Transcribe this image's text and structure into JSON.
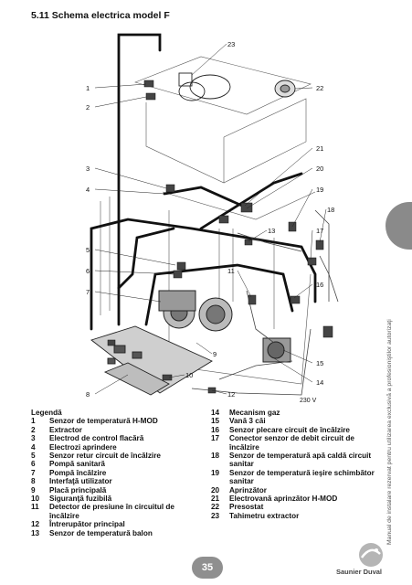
{
  "header": {
    "title": "5.11  Schema electrica model F"
  },
  "callouts": [
    {
      "id": "1",
      "label": "1"
    },
    {
      "id": "2",
      "label": "2"
    },
    {
      "id": "3",
      "label": "3"
    },
    {
      "id": "4",
      "label": "4"
    },
    {
      "id": "5",
      "label": "5"
    },
    {
      "id": "6",
      "label": "6"
    },
    {
      "id": "7",
      "label": "7"
    },
    {
      "id": "8",
      "label": "8"
    },
    {
      "id": "9",
      "label": "9"
    },
    {
      "id": "10",
      "label": "10"
    },
    {
      "id": "11",
      "label": "11"
    },
    {
      "id": "12",
      "label": "12"
    },
    {
      "id": "13",
      "label": "13"
    },
    {
      "id": "14",
      "label": "14"
    },
    {
      "id": "15",
      "label": "15"
    },
    {
      "id": "16",
      "label": "16"
    },
    {
      "id": "17",
      "label": "17"
    },
    {
      "id": "18",
      "label": "18"
    },
    {
      "id": "19",
      "label": "19"
    },
    {
      "id": "20",
      "label": "20"
    },
    {
      "id": "21",
      "label": "21"
    },
    {
      "id": "22",
      "label": "22"
    },
    {
      "id": "23",
      "label": "23"
    }
  ],
  "voltage_label": "230 V",
  "legend": {
    "title": "Legendă",
    "col1": [
      {
        "num": "1",
        "text": "Senzor de temperatură H-MOD"
      },
      {
        "num": "2",
        "text": "Extractor"
      },
      {
        "num": "3",
        "text": "Electrod de control flacără"
      },
      {
        "num": "4",
        "text": "Electrozi aprindere"
      },
      {
        "num": "5",
        "text": "Senzor retur circuit de încălzire"
      },
      {
        "num": "6",
        "text": "Pompă sanitară"
      },
      {
        "num": "7",
        "text": "Pompă încălzire"
      },
      {
        "num": "8",
        "text": "Interfaţă utilizator"
      },
      {
        "num": "9",
        "text": "Placă principală"
      },
      {
        "num": "10",
        "text": "Siguranţă fuzibilă"
      },
      {
        "num": "11",
        "text": "Detector de presiune în circuitul de încălzire"
      },
      {
        "num": "12",
        "text": "Întrerupător principal"
      },
      {
        "num": "13",
        "text": "Senzor de temperatură balon"
      }
    ],
    "col2": [
      {
        "num": "14",
        "text": "Mecanism gaz"
      },
      {
        "num": "15",
        "text": "Vană 3 căi"
      },
      {
        "num": "16",
        "text": "Senzor plecare circuit de încălzire"
      },
      {
        "num": "17",
        "text": "Conector senzor de debit circuit de încălzire"
      },
      {
        "num": "18",
        "text": "Senzor de temperatură apă caldă circuit sanitar"
      },
      {
        "num": "19",
        "text": "Senzor de temperatură ieşire schimbător sanitar"
      },
      {
        "num": "20",
        "text": "Aprinzător"
      },
      {
        "num": "21",
        "text": "Electrovană aprinzător H-MOD"
      },
      {
        "num": "22",
        "text": "Presostat"
      },
      {
        "num": "23",
        "text": "Tahimetru extractor"
      }
    ]
  },
  "side_text": "Manual de instalare rezervat pentru utilizarea exclusivă a profesioniştilor autorizaţi",
  "page_number": "35",
  "brand": "Saunier Duval"
}
